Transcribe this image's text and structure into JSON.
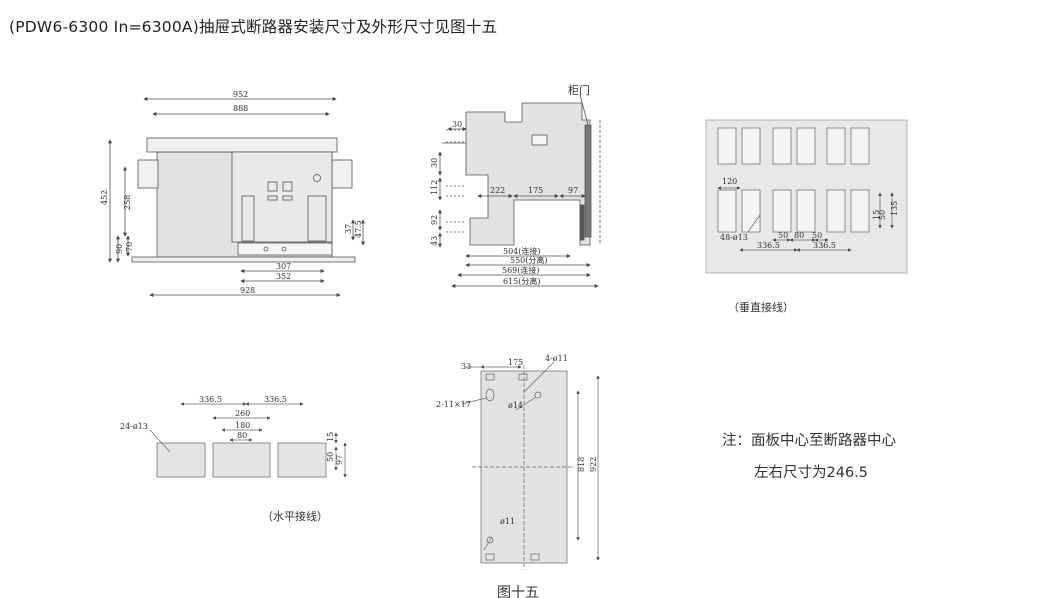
{
  "heading": "(PDW6-6300 In=6300A)抽屉式断路器安装尺寸及外形尺寸见图十五",
  "front_view": {
    "dims": {
      "w952": "952",
      "w888": "888",
      "w307": "307",
      "w352": "352",
      "w928": "928",
      "h452": "452",
      "h258": "258",
      "h90": "90",
      "h70": "70",
      "h37": "37",
      "h47_5": "47.5"
    }
  },
  "side_view": {
    "cabinet_door_label": "柜门",
    "dims": {
      "d30_top": "30",
      "d30_left": "30",
      "d112": "112",
      "d92": "92",
      "d43": "43",
      "d222": "222",
      "d175": "175",
      "d97": "97",
      "d504": "504(连接)",
      "d550": "550(分离)",
      "d569": "569(连接)",
      "d615": "615(分离)"
    }
  },
  "vertical_wiring": {
    "dims": {
      "d120": "120",
      "holes": "48-ø13",
      "d336_5a": "336.5",
      "d336_5b": "336.5",
      "d50a": "50",
      "d80": "80",
      "d50b": "50",
      "d135": "135",
      "d15": "15",
      "d50c": "50"
    },
    "caption": "（垂直接线）"
  },
  "horizontal_wiring": {
    "dims": {
      "d336_5a": "336.5",
      "d336_5b": "336.5",
      "d260": "260",
      "d180": "180",
      "d80": "80",
      "holes": "24-ø13",
      "d15": "15",
      "d50": "50",
      "d97": "97"
    },
    "caption": "（水平接线）"
  },
  "mounting_plate": {
    "dims": {
      "d33": "33",
      "d175": "175",
      "holes4": "4-ø11",
      "slot": "2-11×17",
      "d14": "ø14",
      "d11": "ø11",
      "d818": "818",
      "d922": "922"
    }
  },
  "note": {
    "line1": "注：面板中心至断路器中心",
    "line2": "左右尺寸为246.5"
  },
  "figure_caption": "图十五"
}
